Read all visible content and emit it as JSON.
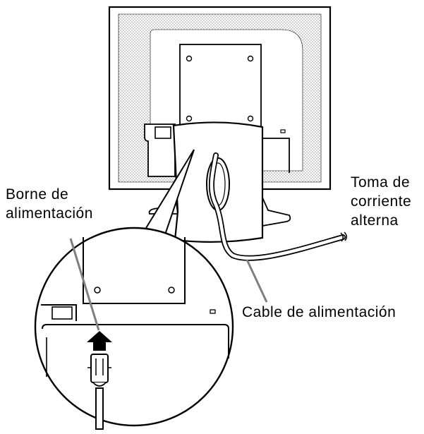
{
  "labels": {
    "borne_line1": "Borne de",
    "borne_line2": "alimentación",
    "toma_line1": "Toma de",
    "toma_line2": "corriente",
    "toma_line3": "alterna",
    "cable": "Cable de alimentación"
  },
  "colors": {
    "line": "#000000",
    "leader": "#7f7f7f",
    "background": "#ffffff"
  }
}
